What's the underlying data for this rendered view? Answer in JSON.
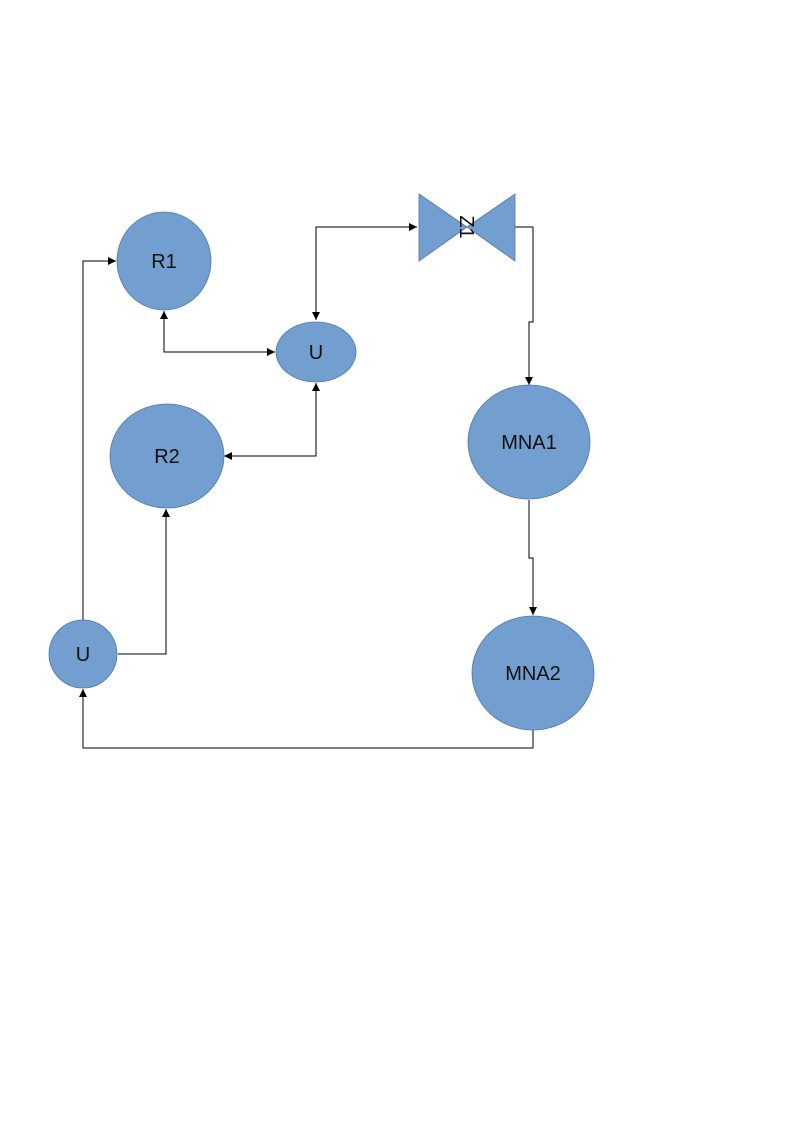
{
  "diagram": {
    "fill_color": "#729fcf",
    "stroke_color": "#4f78a8",
    "line_color": "#000000",
    "nodes": {
      "r1": "R1",
      "u_top": "U",
      "r2": "R2",
      "u_bottom": "U",
      "z1": "Z1",
      "mna1": "MNA1",
      "mna2": "MNA2"
    }
  }
}
